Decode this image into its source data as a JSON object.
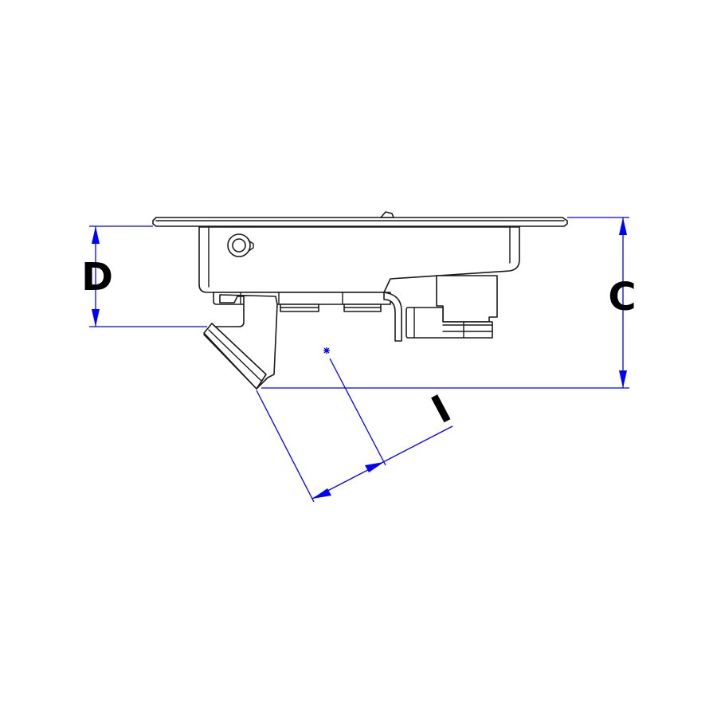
{
  "dimensions": {
    "d_label": "D",
    "c_label": "C",
    "i_label": "I"
  },
  "colors": {
    "dimension": "#0000ff",
    "outline": "#1a1a1a",
    "label": "#000000",
    "background": "#ffffff"
  }
}
